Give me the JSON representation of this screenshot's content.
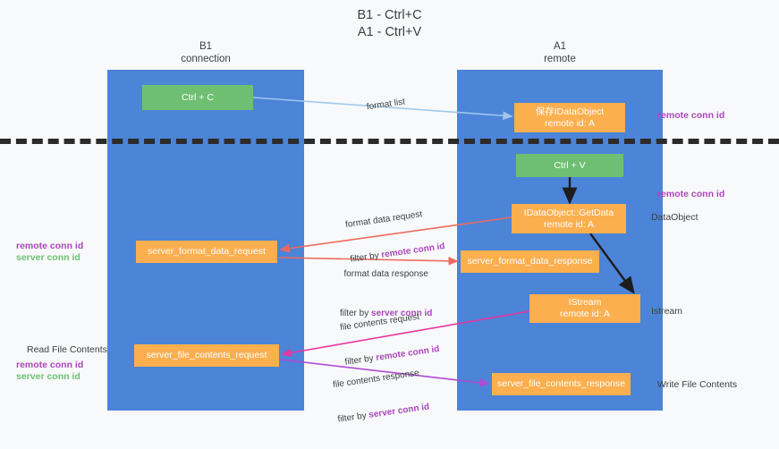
{
  "title": {
    "line1": "B1 - Ctrl+C",
    "line2": "A1 - Ctrl+V"
  },
  "columns": {
    "left": {
      "name": "B1",
      "role": "connection"
    },
    "right": {
      "name": "A1",
      "role": "remote"
    }
  },
  "nodes": {
    "ctrl_c": {
      "label": "Ctrl + C",
      "sub": "",
      "color": "#6fbf73"
    },
    "save_idataobject": {
      "label": "保存IDataObject",
      "sub": "remote id: A",
      "color": "#fbaf4e"
    },
    "ctrl_v": {
      "label": "Ctrl + V",
      "sub": "",
      "color": "#6fbf73"
    },
    "getdata": {
      "label": "IDataObject::GetData",
      "sub": "remote id: A",
      "color": "#fbaf4e"
    },
    "server_format_data_request": {
      "label": "server_format_data_request",
      "sub": "",
      "color": "#fbaf4e"
    },
    "server_format_data_response": {
      "label": "server_format_data_response",
      "sub": "",
      "color": "#fbaf4e"
    },
    "istream": {
      "label": "IStream",
      "sub": "remote id: A",
      "color": "#fbaf4e"
    },
    "server_file_contents_request": {
      "label": "server_file_contents_request",
      "sub": "",
      "color": "#fbaf4e"
    },
    "server_file_contents_response": {
      "label": "server_file_contents_response",
      "sub": "",
      "color": "#fbaf4e"
    }
  },
  "edges": {
    "format_list": {
      "label": "format list",
      "color": "#9fc7ec"
    },
    "format_data_request": {
      "label": "format data request",
      "filter_prefix": "filter by ",
      "filter_key": "remote conn id",
      "color": "#ea6b5e"
    },
    "format_data_response": {
      "label": "format data response",
      "filter_prefix": "filter by ",
      "filter_key": "server conn id",
      "color": "#ea6b5e"
    },
    "file_contents_request": {
      "label": "file contents request",
      "filter_prefix": "filter by ",
      "filter_key": "remote conn id",
      "color": "#e8369f"
    },
    "file_contents_response": {
      "label": "file contents response",
      "filter_prefix": "filter by ",
      "filter_key": "server conn id",
      "color": "#a councillor"
    }
  },
  "side_labels": {
    "remote_conn_id_top": "remote conn id",
    "remote_conn_id_mid": "remote conn id",
    "dataobject": "DataObject",
    "istream": "Istream",
    "write_file_contents": "Write File Contents",
    "read_file_contents": "Read File Contents",
    "remote_conn_id_left_1": "remote conn id",
    "server_conn_id_left_1": "server conn id",
    "remote_conn_id_left_2": "remote conn id",
    "server_conn_id_left_2": "server conn id"
  },
  "colors": {
    "lane": "#4c84d8",
    "green_node": "#6fbf73",
    "orange_node": "#fbaf4e",
    "purple_text": "#ab47bc",
    "green_text": "#6fbf73",
    "divider": "#2b2b2b",
    "background": "#f8f9fa"
  }
}
